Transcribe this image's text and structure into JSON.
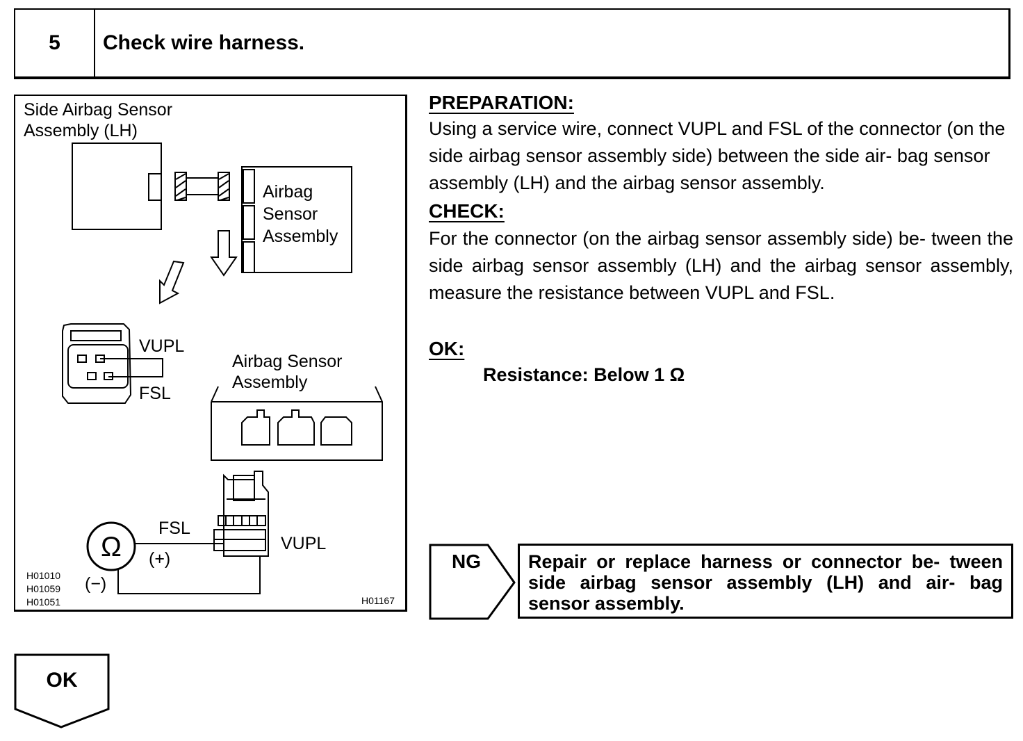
{
  "step": {
    "number": "5",
    "title": "Check wire harness."
  },
  "figure": {
    "label_side_sensor": [
      "Side Airbag Sensor",
      "Assembly (LH)"
    ],
    "label_airbag_sensor_unit": [
      "Airbag",
      "Sensor",
      "Assembly"
    ],
    "label_vupl_connector": "VUPL",
    "label_fsl_connector": "FSL",
    "label_airbag_sensor_assembly": [
      "Airbag Sensor",
      "Assembly"
    ],
    "label_fsl_meter": "FSL",
    "label_vupl_meter": "VUPL",
    "label_plus": "(+)",
    "label_minus": "(−)",
    "ohm_symbol": "Ω",
    "codes_left": [
      "H01010",
      "H01059",
      "H01051"
    ],
    "code_right": "H01167"
  },
  "instructions": {
    "preparation_heading": "PREPARATION:",
    "preparation_text": "Using a service wire, connect VUPL and FSL of the connector (on the side airbag sensor assembly side) between the side air- bag sensor assembly (LH) and the airbag sensor assembly.",
    "check_heading": "CHECK:",
    "check_text": "For the connector (on the airbag sensor assembly side) be- tween the side airbag sensor assembly (LH) and the airbag sensor assembly, measure the resistance between VUPL and FSL.",
    "ok_heading": "OK:",
    "ok_spec": "Resistance: Below 1 Ω"
  },
  "results": {
    "ng_label": "NG",
    "ng_action": "Repair or replace harness or connector be- tween side airbag sensor assembly (LH) and air- bag sensor assembly.",
    "ok_label": "OK"
  }
}
